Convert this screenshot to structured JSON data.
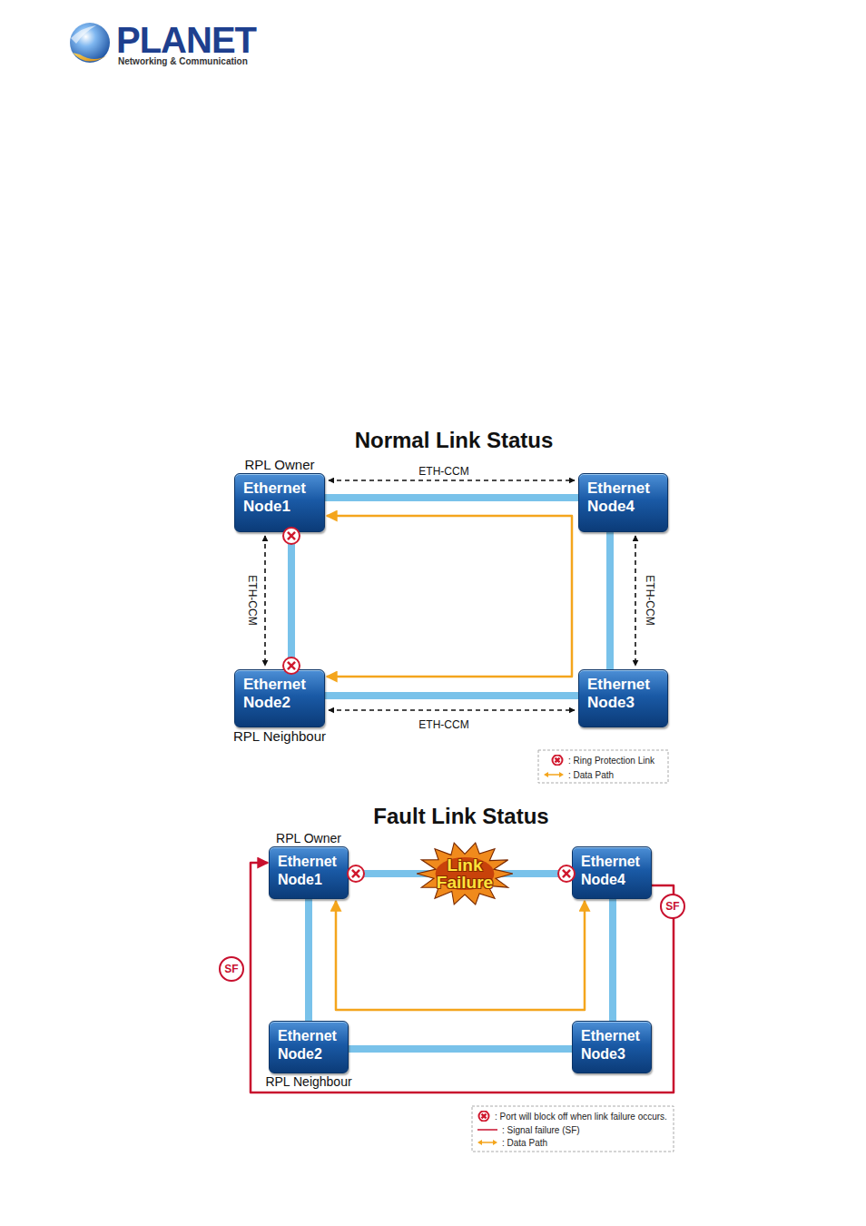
{
  "diagram": {
    "title": "Normal Link Status",
    "nodes": [
      {
        "text": [
          "RPL Owner",
          "Ethernet Node1"
        ]
      },
      {
        "text": [
          "Ethernet Node4"
        ]
      },
      {
        "text": [
          "Ethernet Node2",
          "RPL Neighbour"
        ]
      },
      {
        "text": [
          "Ethernet Node3"
        ]
      },
      {
        "text": [
          "RPL Owner",
          "Ethernet Node1"
        ]
      },
      {
        "text": [
          "Link Failure"
        ]
      },
      {
        "text": [
          "Ethernet Node4"
        ]
      },
      {
        "text": [
          "Ethernet Node2",
          "RPL Neighbour"
        ]
      },
      {
        "text": [
          "Ethernet Node3"
        ]
      }
    ],
    "edges": [
      {
        "from": 0,
        "to": 1,
        "arrow": "none"
      },
      {
        "from": 0,
        "to": 2,
        "arrow": "none"
      },
      {
        "from": 1,
        "to": 3,
        "arrow": "none"
      },
      {
        "from": 2,
        "to": 3,
        "arrow": "none"
      },
      {
        "from": 0,
        "to": 1,
        "label": "ETH-CCM",
        "arrow": "both"
      },
      {
        "from": 0,
        "to": 2,
        "label": "ETH-CCM",
        "arrow": "both"
      },
      {
        "from": 1,
        "to": 3,
        "label": "ETH-CCM",
        "arrow": "both"
      },
      {
        "from": 2,
        "to": 3,
        "label": "ETH-CCM",
        "arrow": "both"
      },
      {
        "from": 0,
        "to": 2,
        "arrow": "both"
      },
      {
        "from": 4,
        "to": 6,
        "arrow": "none"
      },
      {
        "from": 4,
        "to": 7,
        "arrow": "none"
      },
      {
        "from": 6,
        "to": 8,
        "arrow": "none"
      },
      {
        "from": 7,
        "to": 8,
        "arrow": "none"
      },
      {
        "from": 6,
        "to": 4,
        "arrow": "to"
      },
      {
        "from": 4,
        "to": 6,
        "arrow": "both"
      }
    ],
    "labels": [
      "PLANET",
      "Networking & Communication",
      "Fault Link Status",
      "SF",
      "SF"
    ],
    "legend": [
      {
        "text": ": Ring Protection Link"
      },
      {
        "text": ": Data Path"
      },
      {
        "text": ": Port will block off when link failure occurs."
      },
      {
        "text": ": Signal failure (SF)"
      },
      {
        "text": ": Data Path"
      }
    ]
  }
}
